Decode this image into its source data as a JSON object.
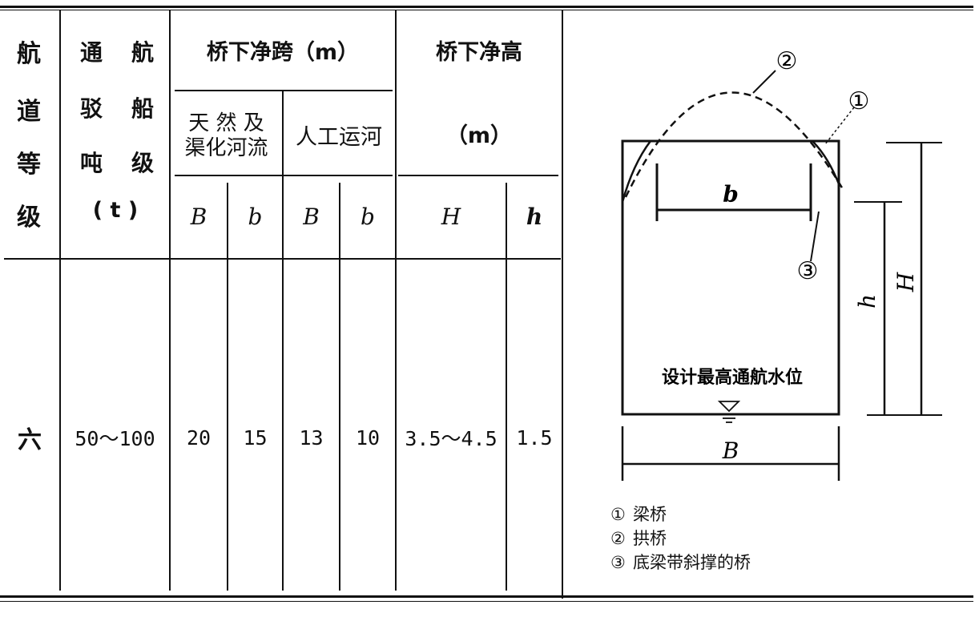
{
  "table": {
    "col_grade": [
      "航",
      "道",
      "等",
      "级"
    ],
    "col_tonnage": {
      "rows": [
        [
          "通",
          "航"
        ],
        [
          "驳",
          "船"
        ],
        [
          "吨",
          "级"
        ]
      ],
      "unit": "( t )"
    },
    "span_group": {
      "title": "桥下净跨（m）",
      "natural_line1": "天 然 及",
      "natural_line2": "渠化河流",
      "canal": "人工运河"
    },
    "height_group": {
      "title": "桥下净高",
      "unit": "（m）"
    },
    "symbols": {
      "B1": "B",
      "b1": "b",
      "B2": "B",
      "b2": "b",
      "H": "H",
      "h": "h"
    },
    "row": {
      "grade": "六",
      "tonnage": "50～100",
      "natural_B": "20",
      "natural_b": "15",
      "canal_B": "13",
      "canal_b": "10",
      "H": "3.5～4.5",
      "h": "1.5"
    }
  },
  "diagram": {
    "marker_1": "①",
    "marker_2": "②",
    "marker_3": "③",
    "label_b": "b",
    "label_h": "h",
    "label_H": "H",
    "label_B": "B",
    "water_level": "设计最高通航水位",
    "legend": [
      {
        "mark": "①",
        "text": "梁桥"
      },
      {
        "mark": "②",
        "text": "拱桥"
      },
      {
        "mark": "③",
        "text": "底梁带斜撑的桥"
      }
    ]
  }
}
